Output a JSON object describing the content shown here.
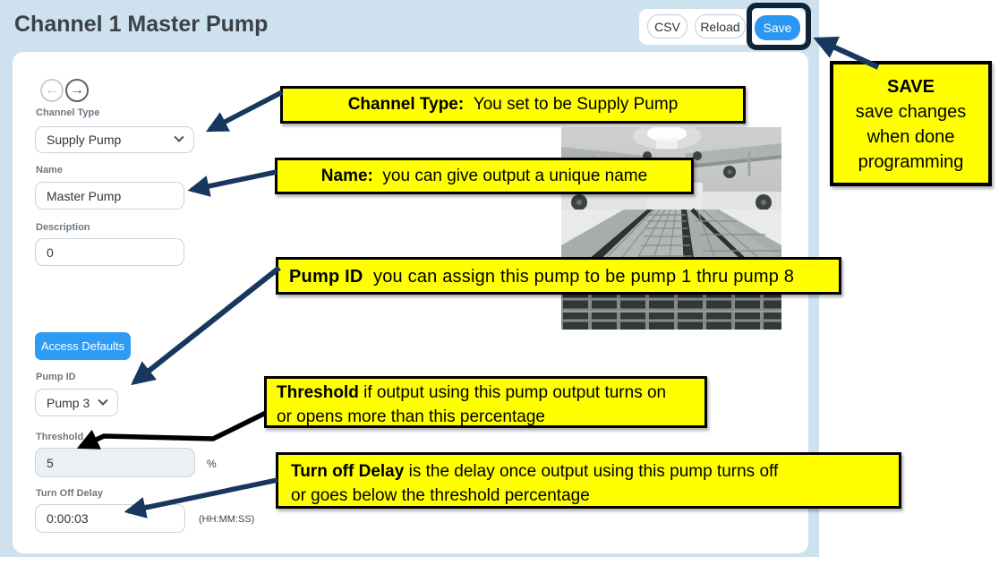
{
  "header": {
    "title": "Channel 1 Master Pump",
    "csv_button": "CSV",
    "reload_button": "Reload",
    "save_button": "Save"
  },
  "nav": {
    "back": "←",
    "forward": "→"
  },
  "form": {
    "channel_type": {
      "label": "Channel Type",
      "value": "Supply Pump"
    },
    "name": {
      "label": "Name",
      "value": "Master Pump"
    },
    "description": {
      "label": "Description",
      "value": "0"
    },
    "access_defaults_button": "Access Defaults",
    "pump_id": {
      "label": "Pump ID",
      "value": "Pump 3"
    },
    "threshold": {
      "label": "Threshold",
      "value": "5",
      "unit": "%"
    },
    "turn_off_delay": {
      "label": "Turn Off Delay",
      "value": "0:00:03",
      "format_hint": "(HH:MM:SS)"
    }
  },
  "annotations": {
    "channel_type": {
      "lead": "Channel Type:",
      "text": "  You set to be Supply Pump"
    },
    "name": {
      "lead": "Name:",
      "text": "  you can give output a unique name"
    },
    "pump_id": {
      "lead": "Pump ID",
      "text": "  you can assign this pump to be pump 1 thru pump 8"
    },
    "threshold": {
      "lead": "Threshold",
      "line1": " if output using this pump output turns on",
      "line2": "or opens more than this percentage"
    },
    "turn_off_delay": {
      "lead": "Turn off Delay",
      "line1": " is the delay once output using this pump turns off",
      "line2": "or goes below the threshold percentage"
    },
    "save": {
      "lead": "SAVE",
      "line1": "save changes",
      "line2": "when done",
      "line3": "programming"
    }
  },
  "colors": {
    "app_background": "#cde1ef",
    "annotation_yellow": "#ffff00",
    "arrow_navy": "#17375e",
    "arrow_black": "#000000",
    "primary_blue": "#2b97f2"
  }
}
